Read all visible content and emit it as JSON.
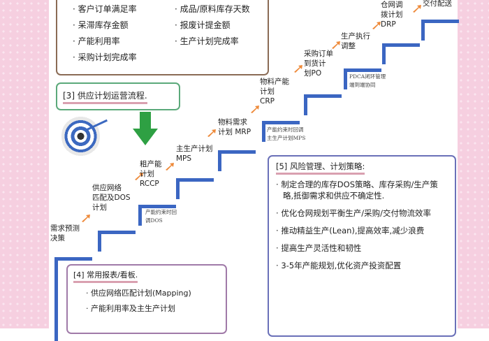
{
  "kpi_box": {
    "col1": [
      "客户订单满足率",
      "呆滞库存金额",
      "产能利用率",
      "采购计划完成率"
    ],
    "col2": [
      "成品/原料库存天数",
      "报废计提金额",
      "生产计划完成率"
    ]
  },
  "section3": {
    "title": "[3] 供应计划运营流程."
  },
  "steps": [
    {
      "label": "需求预测\n决策"
    },
    {
      "label": "供应网络\n匹配及DOS\n计划"
    },
    {
      "label": "粗产能\n计划\nRCCP"
    },
    {
      "label": "主生产计划\nMPS"
    },
    {
      "label": "物料需求\n计划 MRP"
    },
    {
      "label": "物料产能\n计划\nCRP"
    },
    {
      "label": "采购订单\n到货计\n划PO"
    },
    {
      "label": "生产执行\n调整"
    },
    {
      "label": "仓网调\n拨计划\nDRP"
    },
    {
      "label": "交付配送"
    }
  ],
  "notes": {
    "n1": "产能约束时回\n调DOS",
    "n2": "产能约束时回调\n主生产计划MPS",
    "n3": "PDCA闭环管理\n端到端协同"
  },
  "section5": {
    "title": "[5] 风险管理、计划策略:",
    "items": [
      "制定合理的库存DOS策略、库存采购/生产策略,抵御需求和供应不确定性.",
      "优化仓网规划平衡生产/采购/交付物流效率",
      "推动精益生产(Lean),提高效率,减少浪费",
      "提高生产灵活性和韧性",
      "3-5年产能规划,优化资产投资配置"
    ]
  },
  "section4": {
    "title": "[4] 常用报表/看板.",
    "items": [
      "供应网络匹配计划(Mapping)",
      "产能利用率及主生产计划"
    ]
  },
  "colors": {
    "step": "#3b66c2",
    "arrow": "#ee8a3a",
    "pink": "#f6cfe0"
  }
}
